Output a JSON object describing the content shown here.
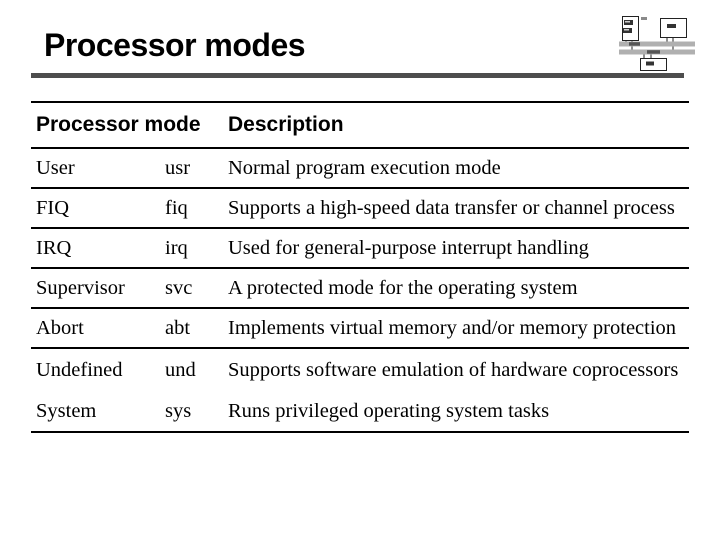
{
  "slide": {
    "title": "Processor modes"
  },
  "table": {
    "headers": [
      "Processor mode",
      "Description"
    ],
    "rows": [
      {
        "mode": "User",
        "abbr": "usr",
        "description": "Normal program execution mode"
      },
      {
        "mode": "FIQ",
        "abbr": "fiq",
        "description": "Supports a high-speed data transfer or channel process"
      },
      {
        "mode": "IRQ",
        "abbr": "irq",
        "description": "Used for general-purpose interrupt handling"
      },
      {
        "mode": "Supervisor",
        "abbr": "svc",
        "description": "A protected mode for the operating system"
      },
      {
        "mode": "Abort",
        "abbr": "abt",
        "description": "Implements virtual memory and/or memory protection"
      },
      {
        "mode": "Undefined",
        "abbr": "und",
        "description": "Supports software emulation of hardware coprocessors"
      },
      {
        "mode": "System",
        "abbr": "sys",
        "description": "Runs privileged operating system tasks"
      }
    ]
  },
  "icons": {
    "diagram_thumbnail": "system-bus-block-diagram"
  },
  "colors": {
    "background": "#ffffff",
    "text": "#000000",
    "title_rule": "#4d4d4d",
    "table_line": "#000000",
    "bus_fill": "#b0b0b0",
    "block_fill": "#333333"
  }
}
